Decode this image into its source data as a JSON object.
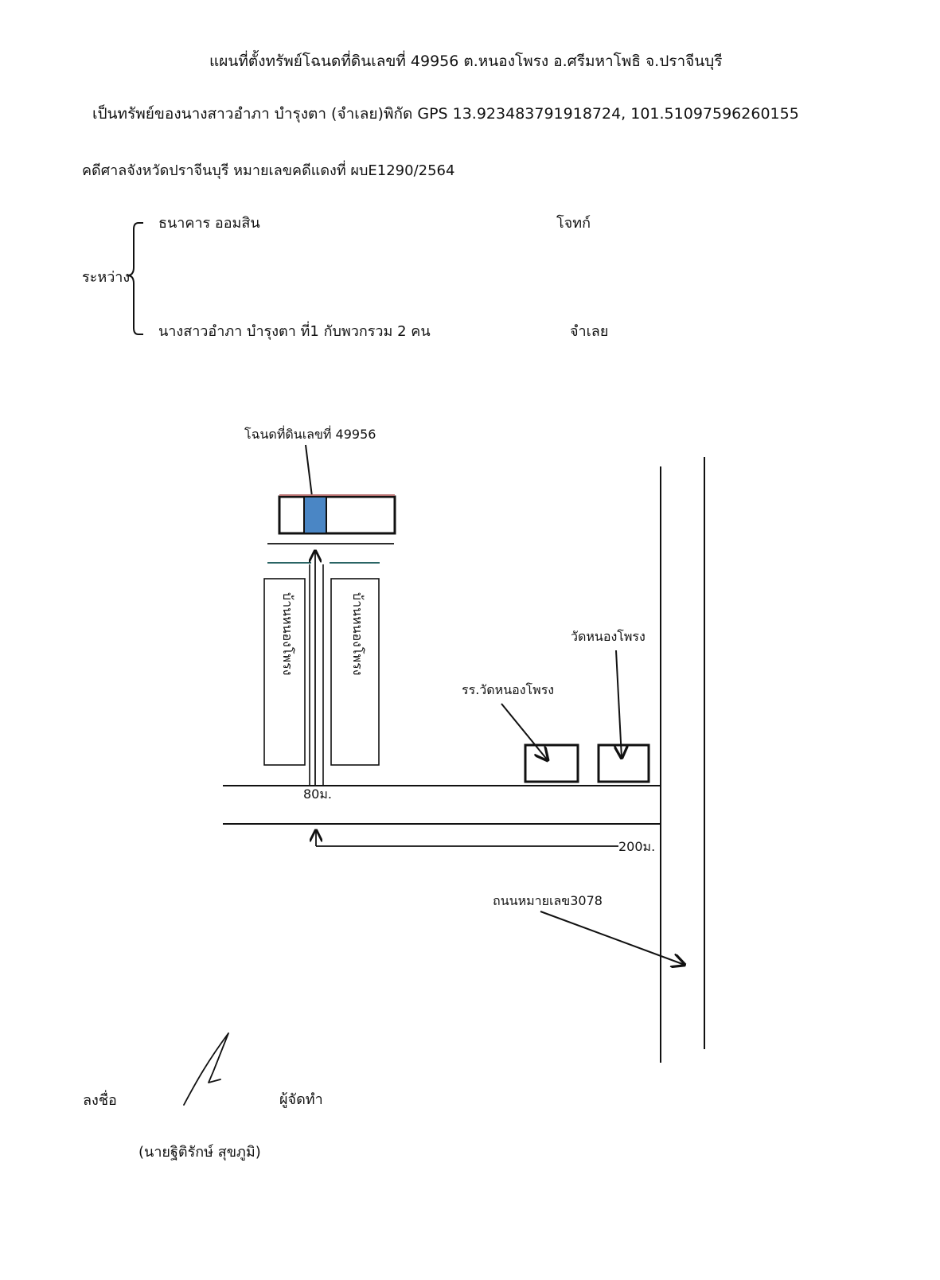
{
  "document": {
    "title": "แผนที่ตั้งทรัพย์โฉนดที่ดินเลขที่ 49956  ต.หนองโพรง อ.ศรีมหาโพธิ จ.ปราจีนบุรี",
    "owner_line": "เป็นทรัพย์ของนางสาวอำภา  บำรุงตา (จำเลย)พิกัด GPS 13.923483791918724, 101.51097596260155",
    "court_line": "คดีศาลจังหวัดปราจีนบุรี   หมายเลขคดีแดงที่ ผบE1290/2564",
    "between_label": "ระหว่าง",
    "plaintiff": {
      "name": "ธนาคาร ออมสิน",
      "role": "โจทก์"
    },
    "defendant": {
      "name": "นางสาวอำภา  บำรุงตา  ที่1 กับพวกรวม 2 คน",
      "role": "จำเลย"
    }
  },
  "map": {
    "deed_label": "โฉนดที่ดินเลขที่ 49956",
    "village_label_left": "บ้านหนองโพรง",
    "village_label_right": "บ้านหนองโพรง",
    "temple_label": "วัดหนองโพรง",
    "school_label": "รร.วัดหนองโพรง",
    "distance_short": "80ม.",
    "distance_long": "200ม.",
    "road_label": "ถนนหมายเลข3078",
    "highlight_color": "#4a86c5"
  },
  "footer": {
    "sign_label": "ลงชื่อ",
    "preparer_label": "ผู้จัดทำ",
    "signer_name": "(นายฐิติรักษ์  สุขภูมิ)"
  }
}
